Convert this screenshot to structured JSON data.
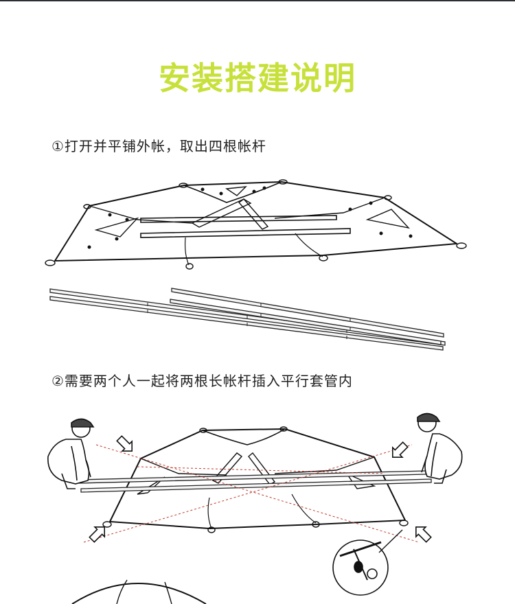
{
  "colors": {
    "title": "#c8e03a",
    "line": "#111111",
    "guide": "#c0392b",
    "top_rule": "#2b2f33"
  },
  "header": {
    "title": "安装搭建说明"
  },
  "steps": [
    {
      "text": "①打开并平铺外帐，取出四根帐杆"
    },
    {
      "text": "②需要两个人一起将两根长帐杆插入平行套管内"
    }
  ],
  "illustrations": {
    "step1": {
      "pole_count": 4,
      "icons": [
        "flysheet-flat-illustration",
        "tent-pole-icon"
      ]
    },
    "step2": {
      "icons": [
        "person-crouching-icon",
        "arrow-icon",
        "detail-callout-icon"
      ]
    }
  }
}
